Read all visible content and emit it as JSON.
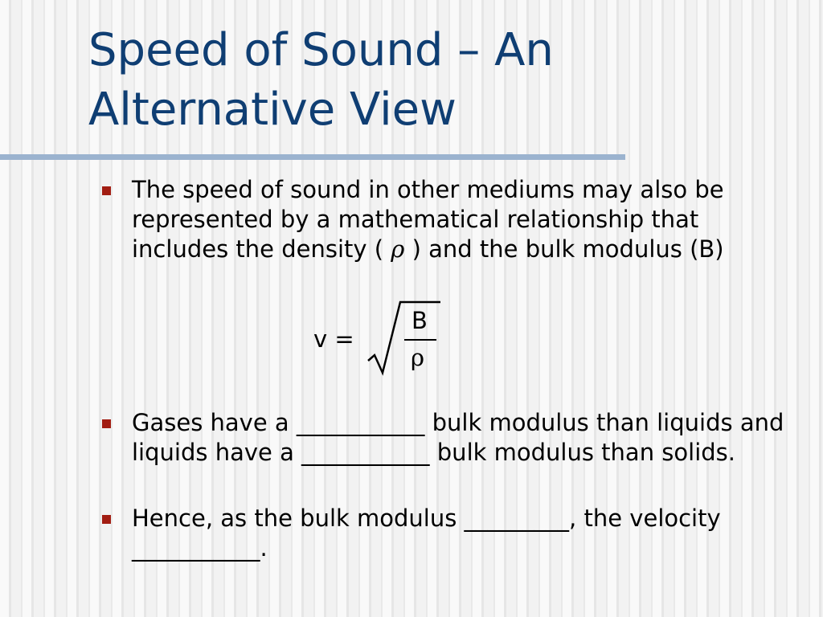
{
  "slide": {
    "title": "Speed of Sound – An Alternative View",
    "bullets": {
      "b1": {
        "before": "The speed of sound in other mediums may also be represented by a mathematical relationship that includes the density (",
        "symbol": "ρ",
        "after": ") and the bulk modulus (B)"
      },
      "b2": "Gases have a ___________ bulk modulus than liquids and liquids have a ___________ bulk modulus than solids.",
      "b3": "Hence, as the bulk modulus _________, the velocity ___________."
    },
    "formula": {
      "lhs": "v =",
      "numerator": "B",
      "denominator": "ρ"
    }
  },
  "colors": {
    "title": "#0f3e73",
    "rule": "#9bb3cf",
    "bullet": "#a21d12",
    "text": "#000000"
  }
}
